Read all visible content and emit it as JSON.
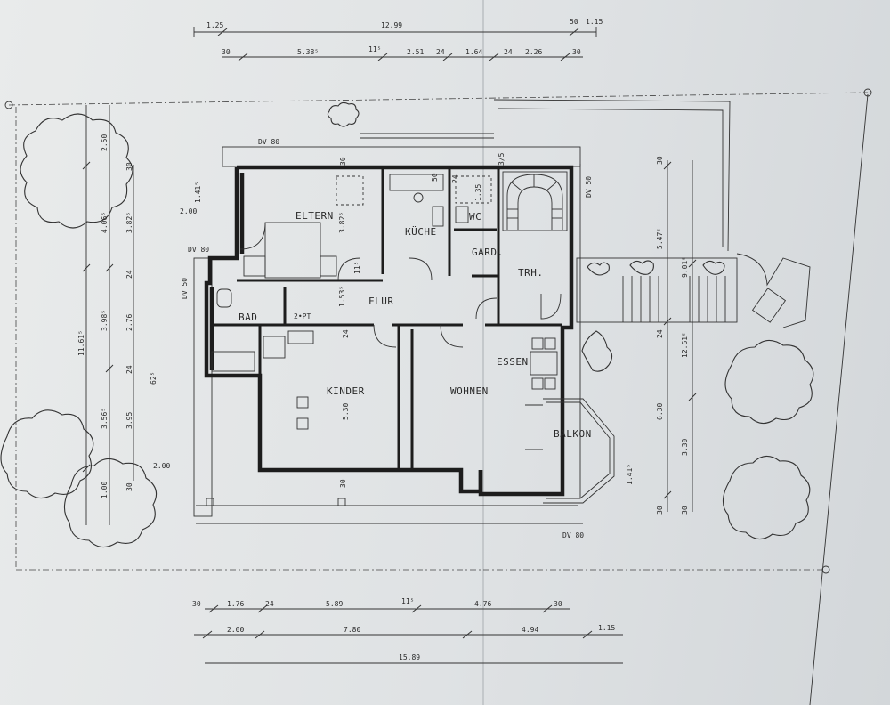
{
  "rooms": {
    "eltern": "ELTERN",
    "kueche": "KÜCHE",
    "wc": "WC",
    "gard": "GARD.",
    "trh": "TRH.",
    "flur": "FLUR",
    "bad": "BAD",
    "essen": "ESSEN",
    "kinder": "KINDER",
    "wohnen": "WOHNEN",
    "balkon": "BALKON"
  },
  "labels": {
    "dv80_top": "DV 80",
    "dv80_left": "DV 80",
    "dv80_bottom": "DV 80",
    "dv50_left": "DV 50",
    "dv50_right": "DV 50",
    "pt": "2•PT"
  },
  "dims_top": {
    "total": "12.99",
    "d1": "1.25",
    "d2": "50",
    "d3": "1.15",
    "r30a": "30",
    "r538": "5.38⁵",
    "r11": "11⁵",
    "r251": "2.51",
    "r24a": "24",
    "r164": "1.64",
    "r24b": "24",
    "r226": "2.26",
    "r30b": "30"
  },
  "dims_bottom": {
    "r30a": "30",
    "r176": "1.76",
    "r24": "24",
    "r589": "5.89",
    "r11": "11⁵",
    "r476": "4.76",
    "r30b": "30",
    "m200": "2.00",
    "m780": "7.80",
    "m494": "4.94",
    "m115": "1.15",
    "total": "15.89"
  },
  "dims_left": {
    "total": "11.61⁵",
    "l250": "2.50",
    "l30": "30",
    "l406": "4.06⁵",
    "l382": "3.82⁵",
    "l24a": "24",
    "l398": "3.98⁵",
    "l276": "2.76",
    "l24b": "24",
    "l62": "62⁵",
    "l356": "3.56⁵",
    "l395": "3.95",
    "l100": "1.00",
    "l30b": "30",
    "l200": "2.00",
    "l141": "1.41⁵",
    "l200b": "2.00"
  },
  "dims_right": {
    "r30a": "30",
    "r547": "5.47⁵",
    "r901": "9.01⁵",
    "r24": "24",
    "r1261": "12.61⁵",
    "r630": "6.30",
    "r330": "3.30",
    "r30b": "30",
    "r30c": "30",
    "r141": "1.41⁵"
  },
  "dims_inner": {
    "eltern_h": "3.82⁵",
    "flur_w": "1.53⁵",
    "flur_11": "11⁵",
    "kinder_h": "5.30",
    "kinder_24": "24",
    "wall30_top": "30",
    "wall30_bottom": "30",
    "kueche_50": "50",
    "wc_24": "24",
    "wc_135": "1.35",
    "stair_375": "3/5"
  }
}
